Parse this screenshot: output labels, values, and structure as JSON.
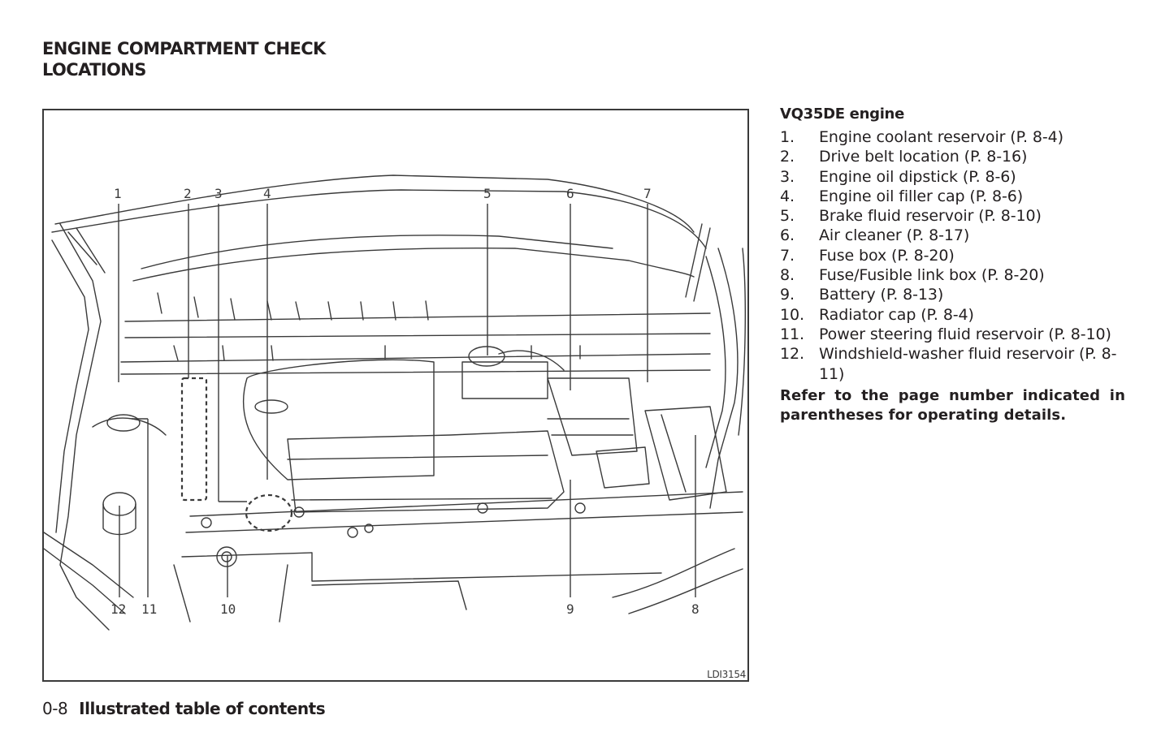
{
  "page": {
    "title_line1": "ENGINE COMPARTMENT CHECK",
    "title_line2": "LOCATIONS"
  },
  "figure": {
    "code": "LDI3154",
    "callouts_top": [
      "1",
      "2",
      "3",
      "4",
      "5",
      "6",
      "7"
    ],
    "callouts_bottom": [
      "12",
      "11",
      "10",
      "9",
      "8"
    ]
  },
  "legend": {
    "title": "VQ35DE engine",
    "items": [
      {
        "num": "1.",
        "text": "Engine coolant reservoir (P. 8-4)"
      },
      {
        "num": "2.",
        "text": "Drive belt location (P. 8-16)"
      },
      {
        "num": "3.",
        "text": "Engine oil dipstick (P. 8-6)"
      },
      {
        "num": "4.",
        "text": "Engine oil filler cap (P. 8-6)"
      },
      {
        "num": "5.",
        "text": "Brake fluid reservoir (P. 8-10)"
      },
      {
        "num": "6.",
        "text": "Air cleaner (P. 8-17)"
      },
      {
        "num": "7.",
        "text": "Fuse box (P. 8-20)"
      },
      {
        "num": "8.",
        "text": "Fuse/Fusible link box (P. 8-20)"
      },
      {
        "num": "9.",
        "text": "Battery (P. 8-13)"
      },
      {
        "num": "10.",
        "text": "Radiator cap (P. 8-4)"
      },
      {
        "num": "11.",
        "text": "Power steering fluid reservoir (P. 8-10)"
      },
      {
        "num": "12.",
        "text": "Windshield-washer fluid reservoir (P. 8-11)"
      }
    ],
    "note": "Refer to the page number indicated in parentheses for operating details."
  },
  "footer": {
    "page_number": "0-8",
    "section": "Illustrated table of contents"
  }
}
